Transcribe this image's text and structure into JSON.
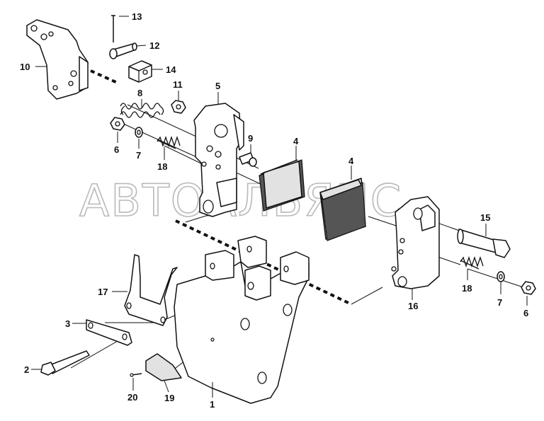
{
  "watermark": "АВТОАЛЬЯНС",
  "callouts": {
    "c1": "1",
    "c2": "2",
    "c3": "3",
    "c4a": "4",
    "c4b": "4",
    "c5": "5",
    "c6a": "6",
    "c6b": "6",
    "c7a": "7",
    "c7b": "7",
    "c8": "8",
    "c9": "9",
    "c10": "10",
    "c11": "11",
    "c12": "12",
    "c13": "13",
    "c14": "14",
    "c15": "15",
    "c16": "16",
    "c17": "17",
    "c18a": "18",
    "c18b": "18",
    "c19": "19",
    "c20": "20"
  }
}
